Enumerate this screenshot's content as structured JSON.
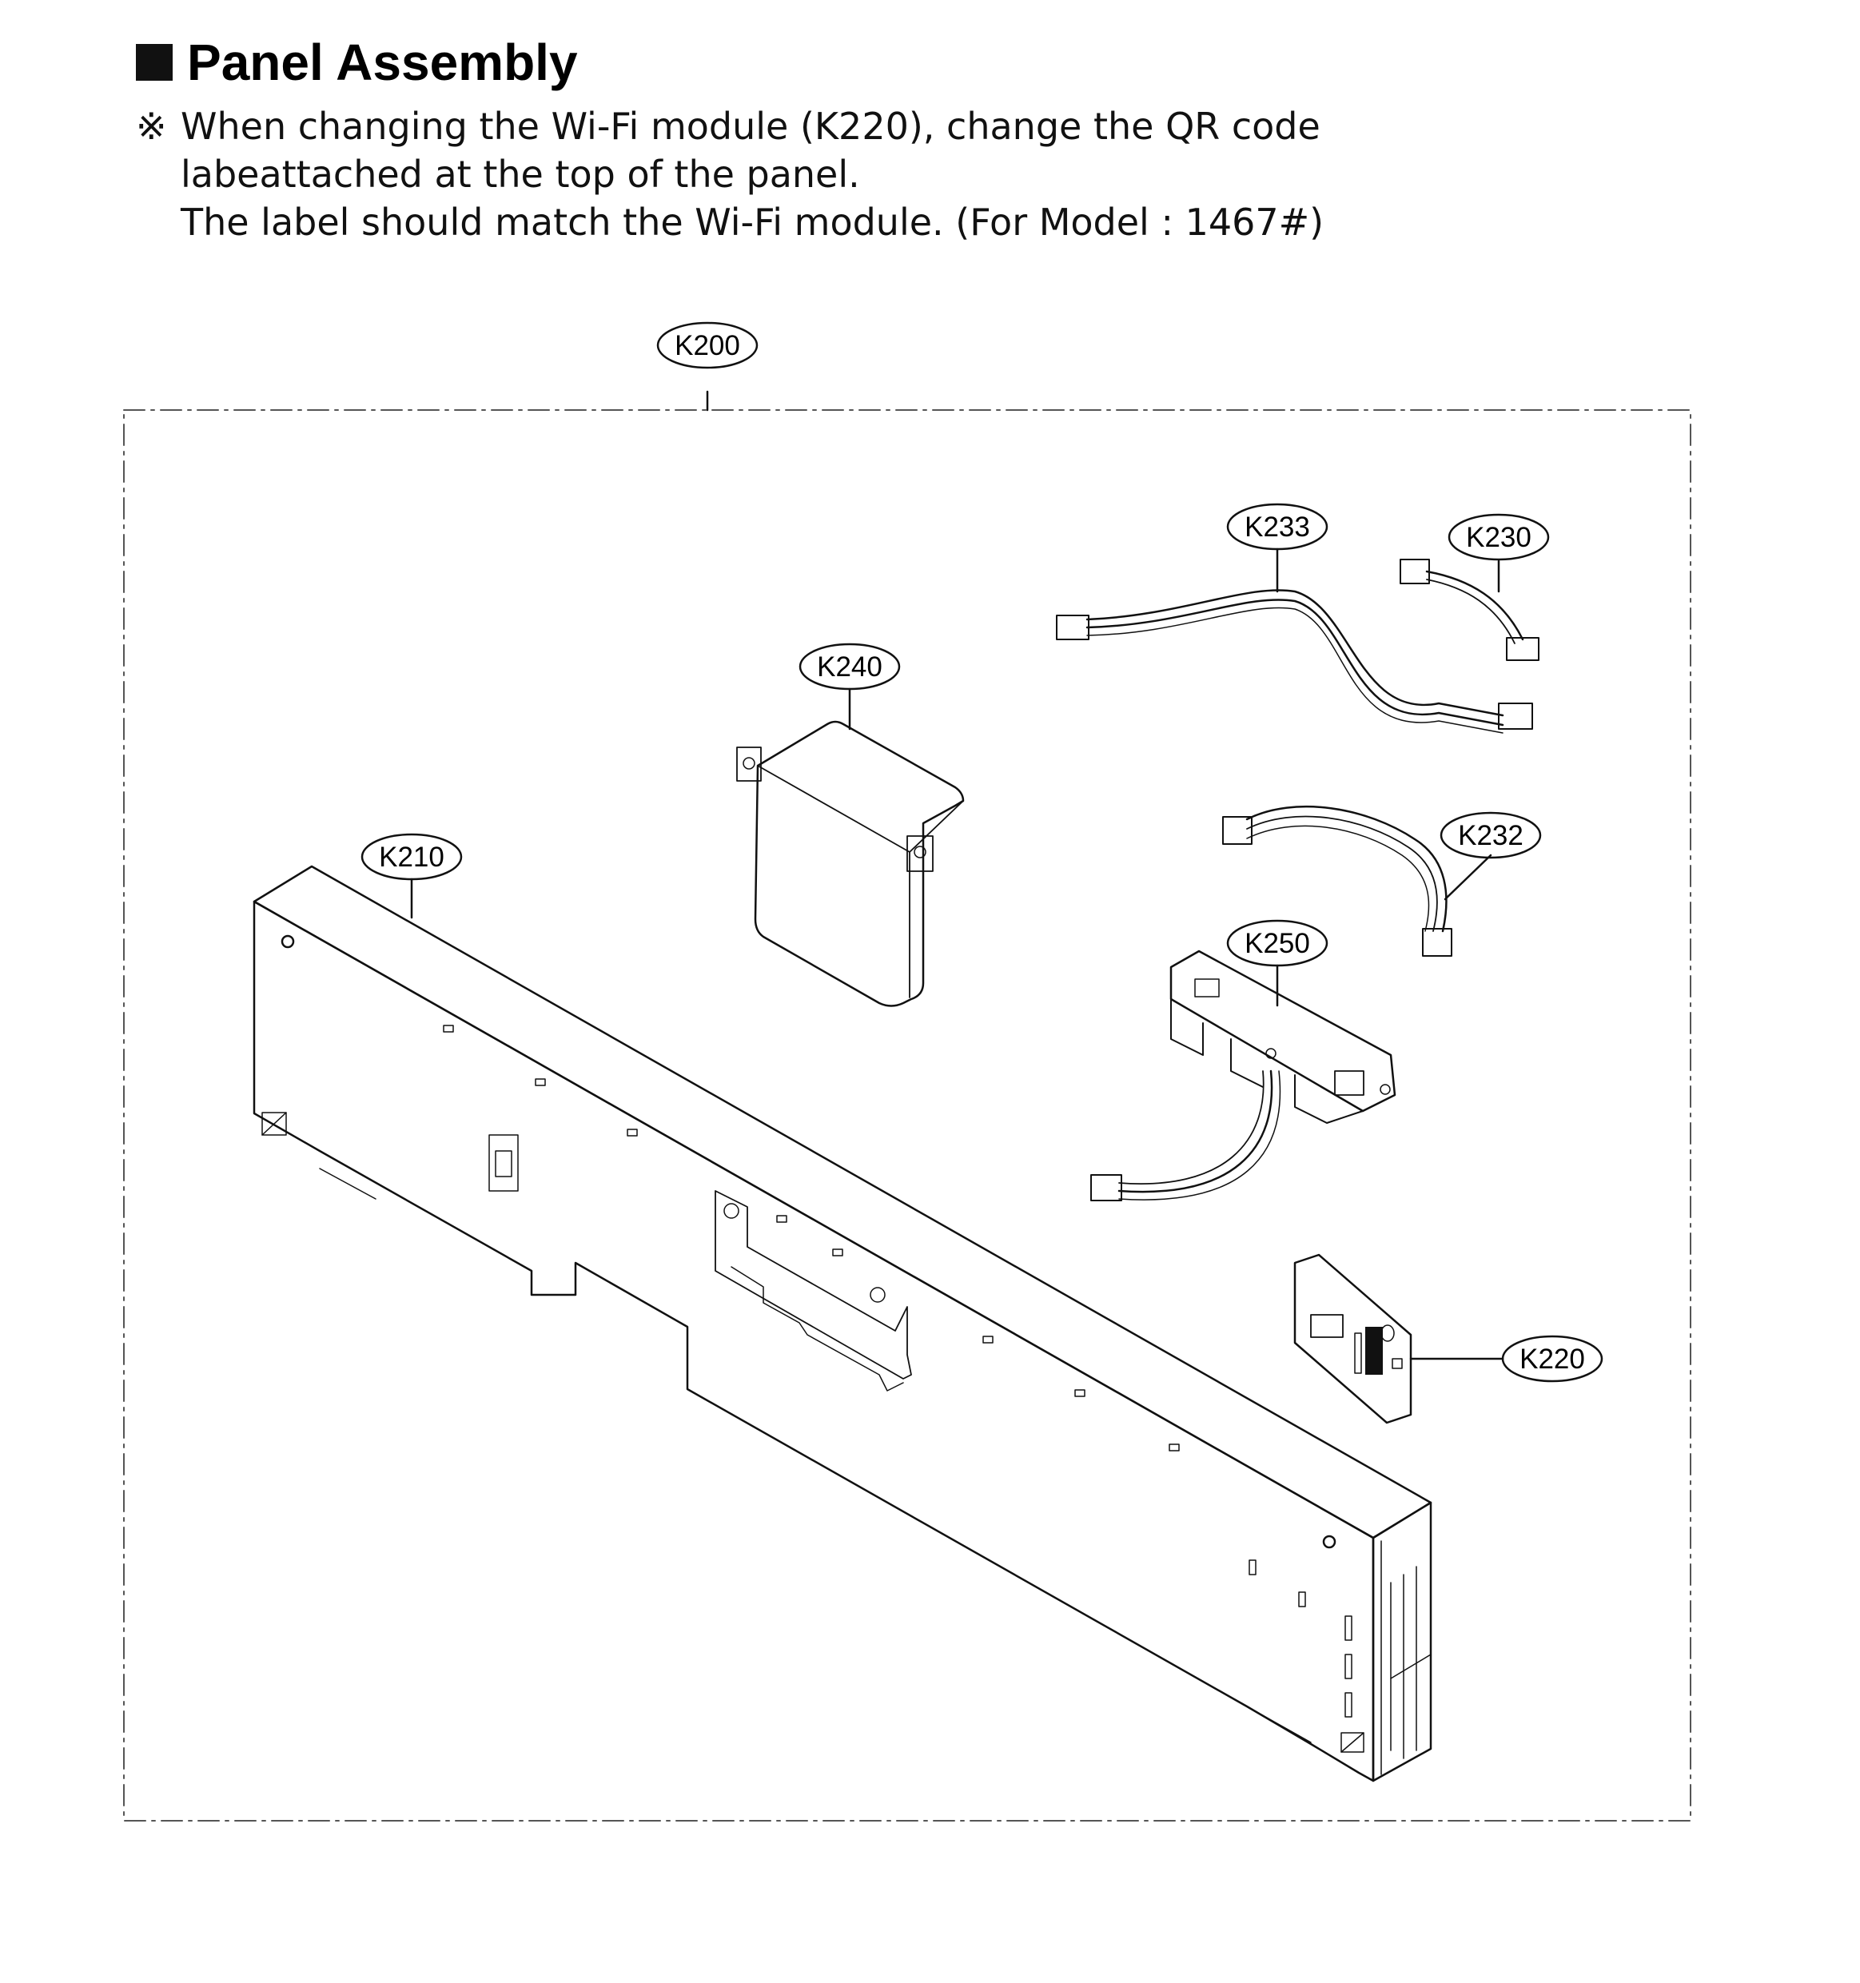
{
  "title": "Panel Assembly",
  "note": {
    "mark": "※",
    "line1": "When changing the Wi-Fi module (K220), change the QR code",
    "line2": "labeattached at the top of the panel.",
    "line3": "The label should match the Wi-Fi module. (For Model : 1467#)"
  },
  "callouts": {
    "k200": "K200",
    "k210": "K210",
    "k220": "K220",
    "k230": "K230",
    "k232": "K232",
    "k233": "K233",
    "k240": "K240",
    "k250": "K250"
  }
}
